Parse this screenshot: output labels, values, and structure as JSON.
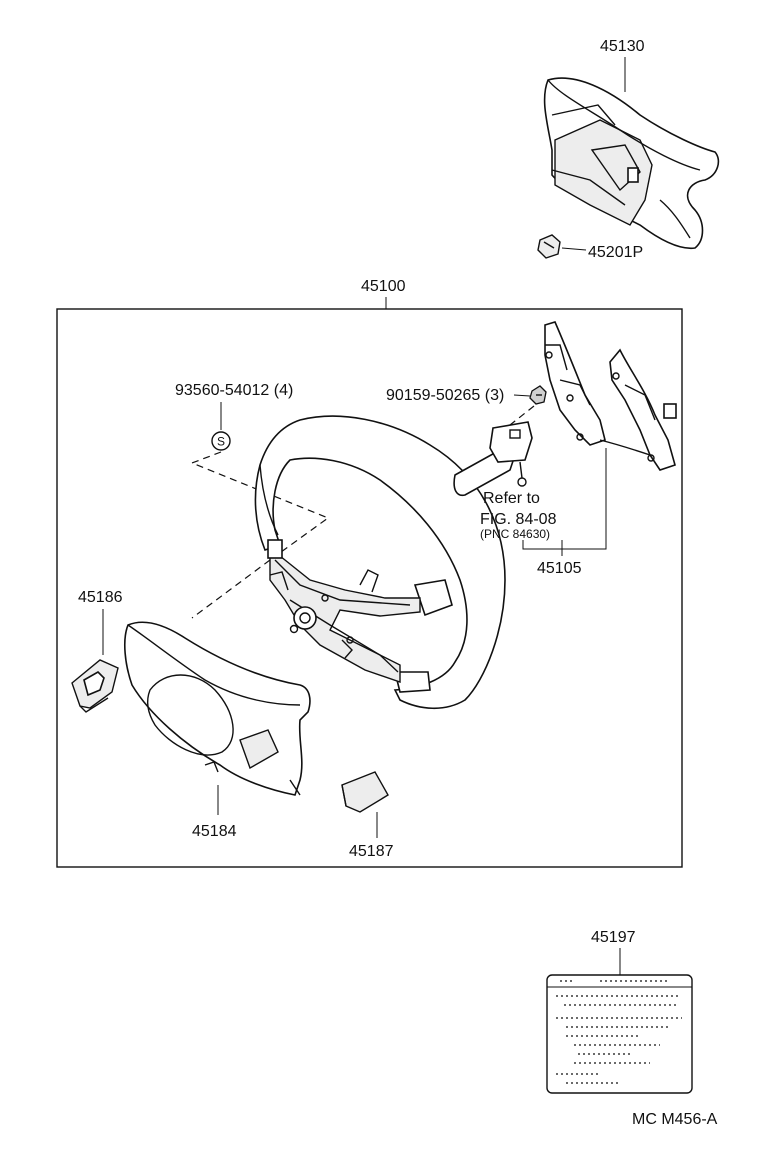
{
  "labels": {
    "p45130": "45130",
    "p45201p": "45201P",
    "p45100": "45100",
    "p93560": "93560-54012 (4)",
    "p90159": "90159-50265 (3)",
    "refer1": "Refer to",
    "refer2": "FIG. 84-08",
    "refer3": "(PNC 84630)",
    "p45105": "45105",
    "p45186": "45186",
    "p45184": "45184",
    "p45187": "45187",
    "p45197": "45197",
    "code": "MC M456-A",
    "s_symbol": "S"
  }
}
